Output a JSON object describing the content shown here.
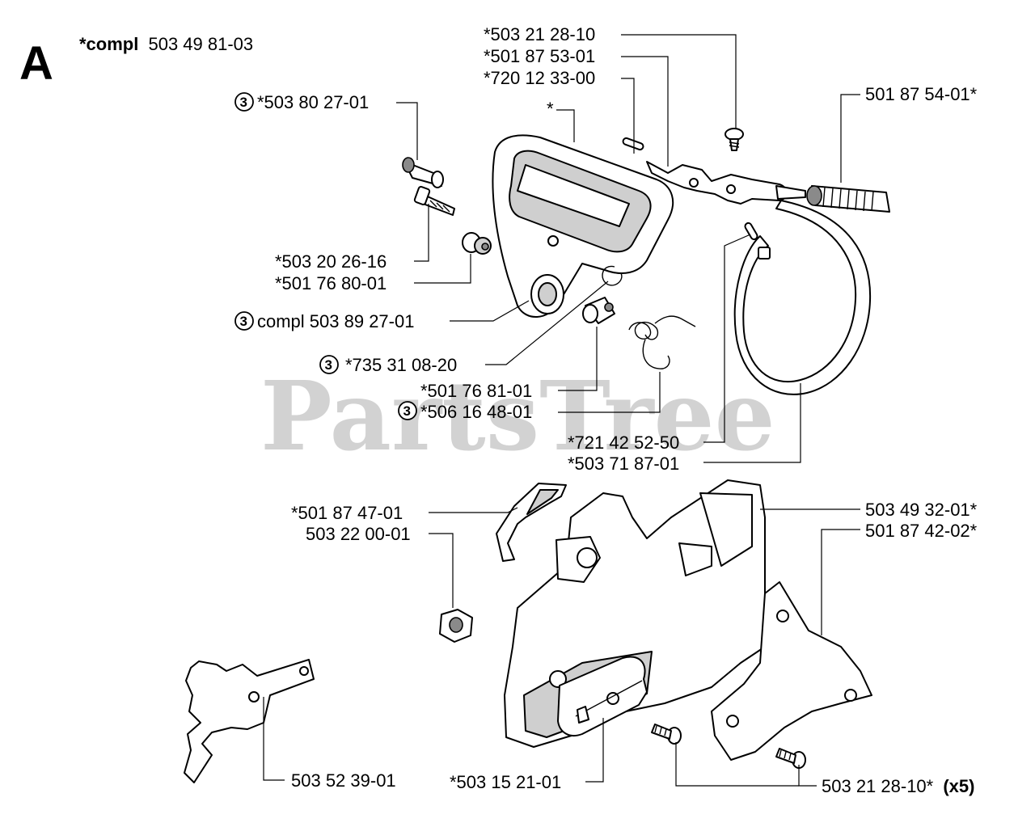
{
  "diagram": {
    "section_letter": "A",
    "header": {
      "prefix": "*compl",
      "part": "503 49 81-03"
    },
    "watermark": "PartsTree",
    "circle_badge": "3",
    "labels": {
      "l_503_21_28_10": "*503 21 28-10",
      "l_501_87_53_01": "*501 87 53-01",
      "l_720_12_33_00": "*720 12 33-00",
      "l_501_87_54_01": "501 87 54-01*",
      "l_503_80_27_01": "*503 80 27-01",
      "l_star": "*",
      "l_503_20_26_16": "*503 20 26-16",
      "l_501_76_80_01": "*501 76 80-01",
      "l_503_89_27_01": "compl 503 89 27-01",
      "l_735_31_08_20": "*735 31 08-20",
      "l_501_76_81_01": "*501 76 81-01",
      "l_506_16_48_01": "*506 16 48-01",
      "l_721_42_52_50": "*721 42 52-50",
      "l_503_71_87_01": "*503 71 87-01",
      "l_501_87_47_01": "*501 87 47-01",
      "l_503_22_00_01": "503 22 00-01",
      "l_503_49_32_01": "503 49 32-01*",
      "l_501_87_42_02": "501 87 42-02*",
      "l_503_52_39_01": "503 52 39-01",
      "l_503_15_21_01": "*503 15 21-01",
      "l_503_21_28_10b": "503 21 28-10*",
      "l_x5": "(x5)"
    }
  }
}
